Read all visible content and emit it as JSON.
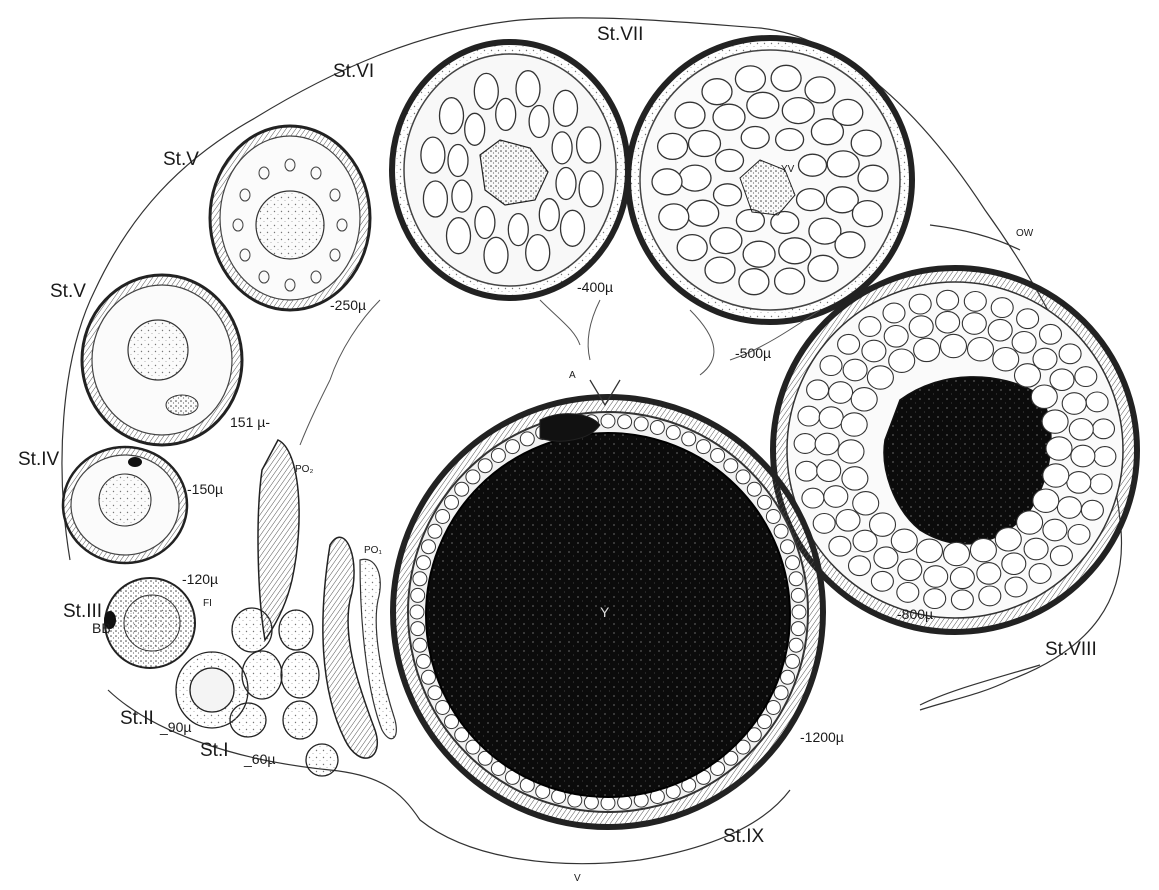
{
  "figure": {
    "labels": {
      "st_vii": "St.VII",
      "st_vi": "St.VI",
      "st_v_top": "St.V",
      "st_v_left": "St.V",
      "st_iv": "St.IV",
      "st_iii": "St.III",
      "st_ii": "St.II",
      "st_i": "St.I",
      "st_viii": "St.VIII",
      "st_ix": "St.IX",
      "bb": "BB",
      "fl": "FI",
      "po2": "PO₂",
      "po1": "PO₁",
      "yv": "YV",
      "ow": "OW",
      "a": "A",
      "v": "V",
      "y": "Y"
    },
    "sizes": {
      "s250": "-250µ",
      "s400": "-400µ",
      "s500": "-500µ",
      "s151": "151 µ-",
      "s150": "-150µ",
      "s120": "-120µ",
      "s90": "_90µ",
      "s60": "_60µ",
      "s800": "-800µ",
      "s1200": "-1200µ"
    }
  }
}
